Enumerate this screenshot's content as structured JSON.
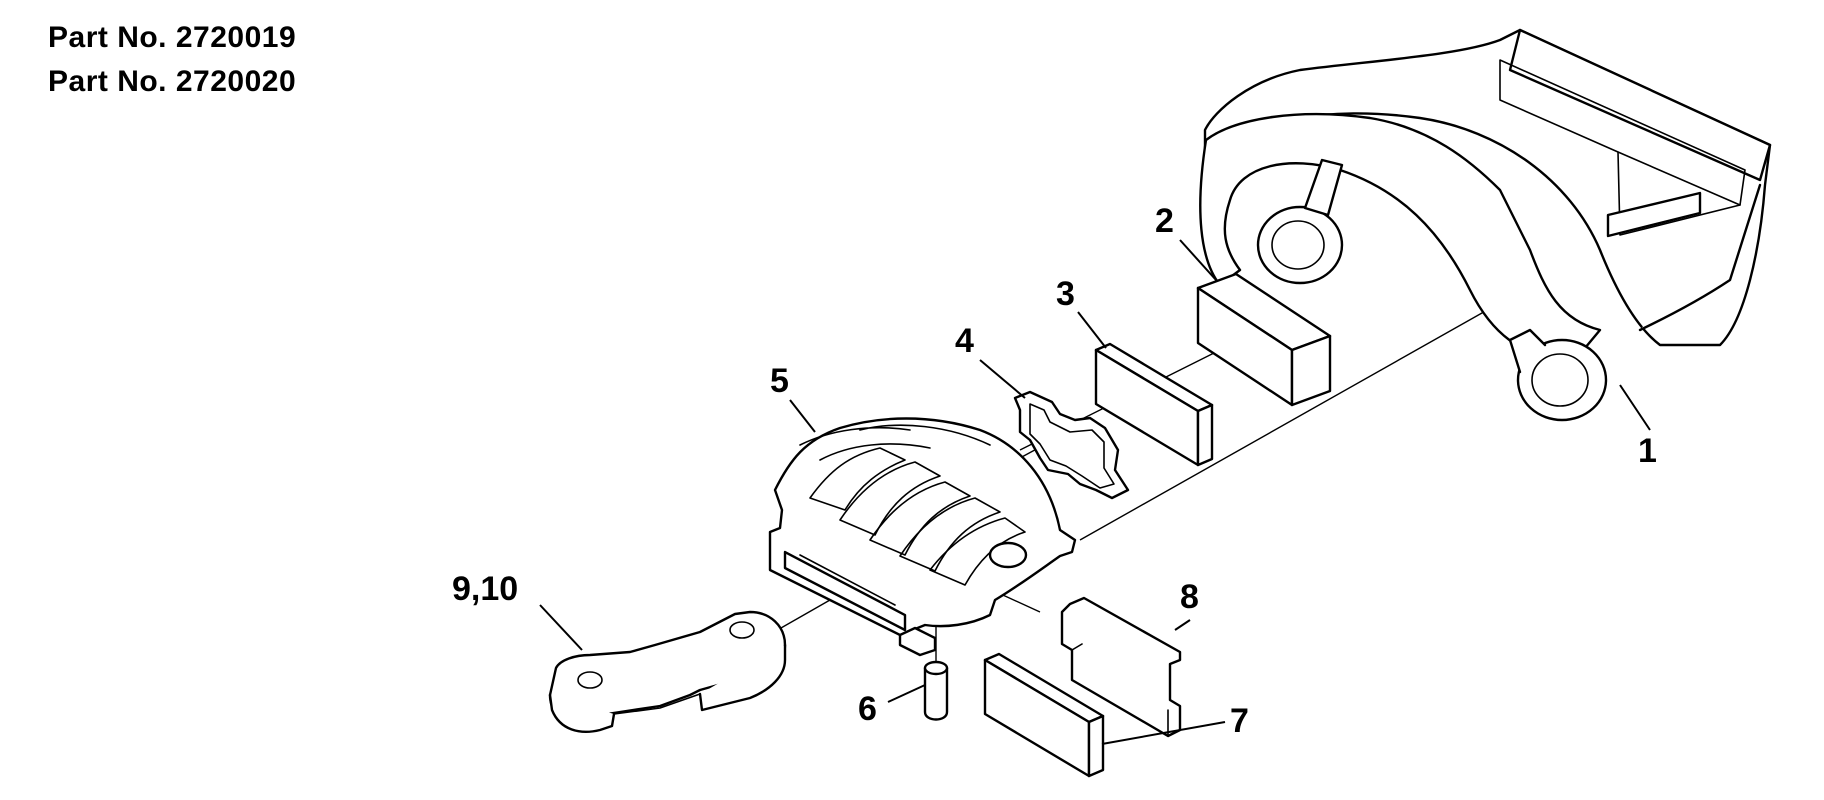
{
  "header": {
    "part_numbers": [
      "Part No. 2720019",
      "Part No. 2720020"
    ]
  },
  "callouts": {
    "c1": "1",
    "c2": "2",
    "c3": "3",
    "c4": "4",
    "c5": "5",
    "c6": "6",
    "c7": "7",
    "c8": "8",
    "c9_10": "9,10"
  },
  "colors": {
    "line": "#000000",
    "background": "#ffffff"
  }
}
